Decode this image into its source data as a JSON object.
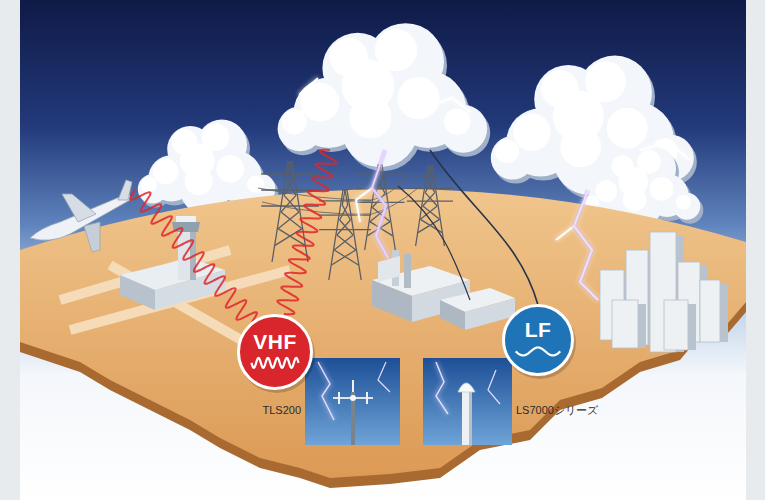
{
  "diagram": {
    "nodes": [
      {
        "text": [
          "VHF"
        ]
      },
      {
        "text": [
          "LF"
        ]
      }
    ],
    "labels": [
      "TLS200",
      "LS7000シリーズ"
    ]
  }
}
